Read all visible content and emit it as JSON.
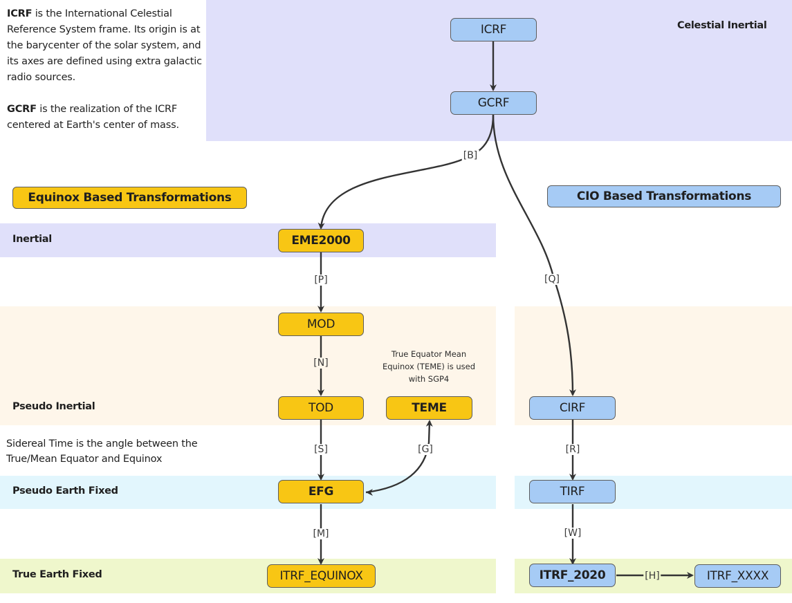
{
  "colors": {
    "celestial_band": "#e0e0fa",
    "pseudo_inertial_band": "#fef6ea",
    "pseudo_earth_fixed_band": "#e2f6fd",
    "true_earth_fixed_band": "#eff7cc",
    "cio_node": "#a6cbf5",
    "equinox_node": "#f8c614",
    "edge": "#333333"
  },
  "intro_note": {
    "icrf_term": "ICRF",
    "icrf_text": " is the International Celestial Reference System frame. Its origin is at the barycenter of the solar system, and its axes are defined using extra galactic radio sources.",
    "gcrf_term": "GCRF",
    "gcrf_text": " is the realization of the ICRF centered at Earth's center of mass."
  },
  "bands": {
    "celestial_inertial": "Celestial Inertial",
    "inertial": "Inertial",
    "pseudo_inertial": "Pseudo Inertial",
    "pseudo_earth_fixed": "Pseudo Earth Fixed",
    "true_earth_fixed": "True Earth Fixed"
  },
  "headers": {
    "equinox": "Equinox Based Transformations",
    "cio": "CIO Based Transformations"
  },
  "nodes": {
    "icrf": "ICRF",
    "gcrf": "GCRF",
    "eme2000": "EME2000",
    "mod": "MOD",
    "tod": "TOD",
    "teme": "TEME",
    "efg": "EFG",
    "itrf_equinox": "ITRF_EQUINOX",
    "cirf": "CIRF",
    "tirf": "TIRF",
    "itrf_2020": "ITRF_2020",
    "itrf_xxxx": "ITRF_XXXX"
  },
  "edges": {
    "b": "[B]",
    "q": "[Q]",
    "p": "[P]",
    "n": "[N]",
    "s": "[S]",
    "g": "[G]",
    "m": "[M]",
    "r": "[R]",
    "w": "[W]",
    "h": "[H]"
  },
  "notes": {
    "teme": "True Equator Mean Equinox (TEME) is used with SGP4",
    "sidereal": "Sidereal Time is the angle between the True/Mean Equator and Equinox"
  }
}
